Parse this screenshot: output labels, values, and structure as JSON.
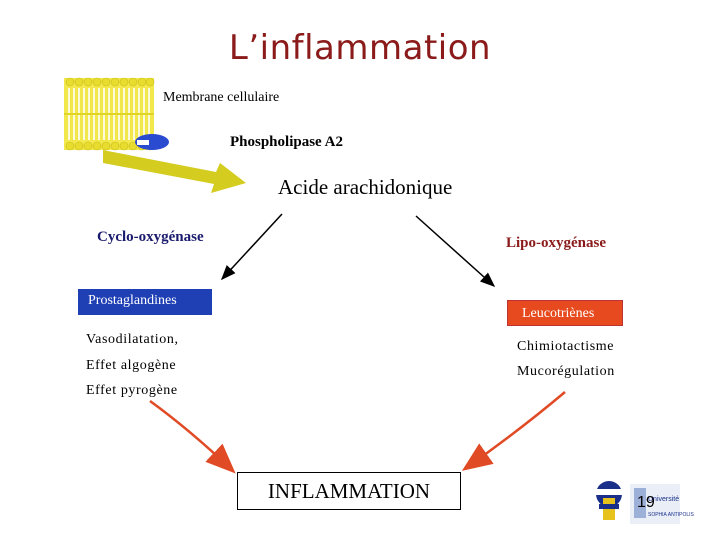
{
  "title": "L’inflammation",
  "labels": {
    "membrane": "Membrane cellulaire",
    "phospholipase": "Phospholipase A2",
    "acide": "Acide arachidonique",
    "cox": "Cyclo-oxygénase",
    "lox": "Lipo-oxygénase",
    "prostaglandines": "Prostaglandines",
    "leucotrienes": "Leucotriènes",
    "inflammation": "INFLAMMATION"
  },
  "effects_prostaglandines": [
    "Vasodilatation,",
    "Effet algogène",
    "Effet pyrogène"
  ],
  "effects_leucotrienes": [
    "Chimiotactisme",
    "Mucorégulation"
  ],
  "logo": {
    "text_lines": [
      "Université",
      "SOPHIA ANTIPOLIS"
    ]
  },
  "page_number": "19",
  "colors": {
    "title": "#8b1a1a",
    "prostaglandines_box": "#1f3fb4",
    "leucotrienes_box": "#e64a1e",
    "membrane": "#f2e84b",
    "enzyme": "#2a4bd0",
    "big_arrow": "#d4cc1e",
    "red_arrows": "#e04a24"
  },
  "icons": [
    "membrane-bilayer-icon",
    "enzyme-icon",
    "university-logo"
  ]
}
